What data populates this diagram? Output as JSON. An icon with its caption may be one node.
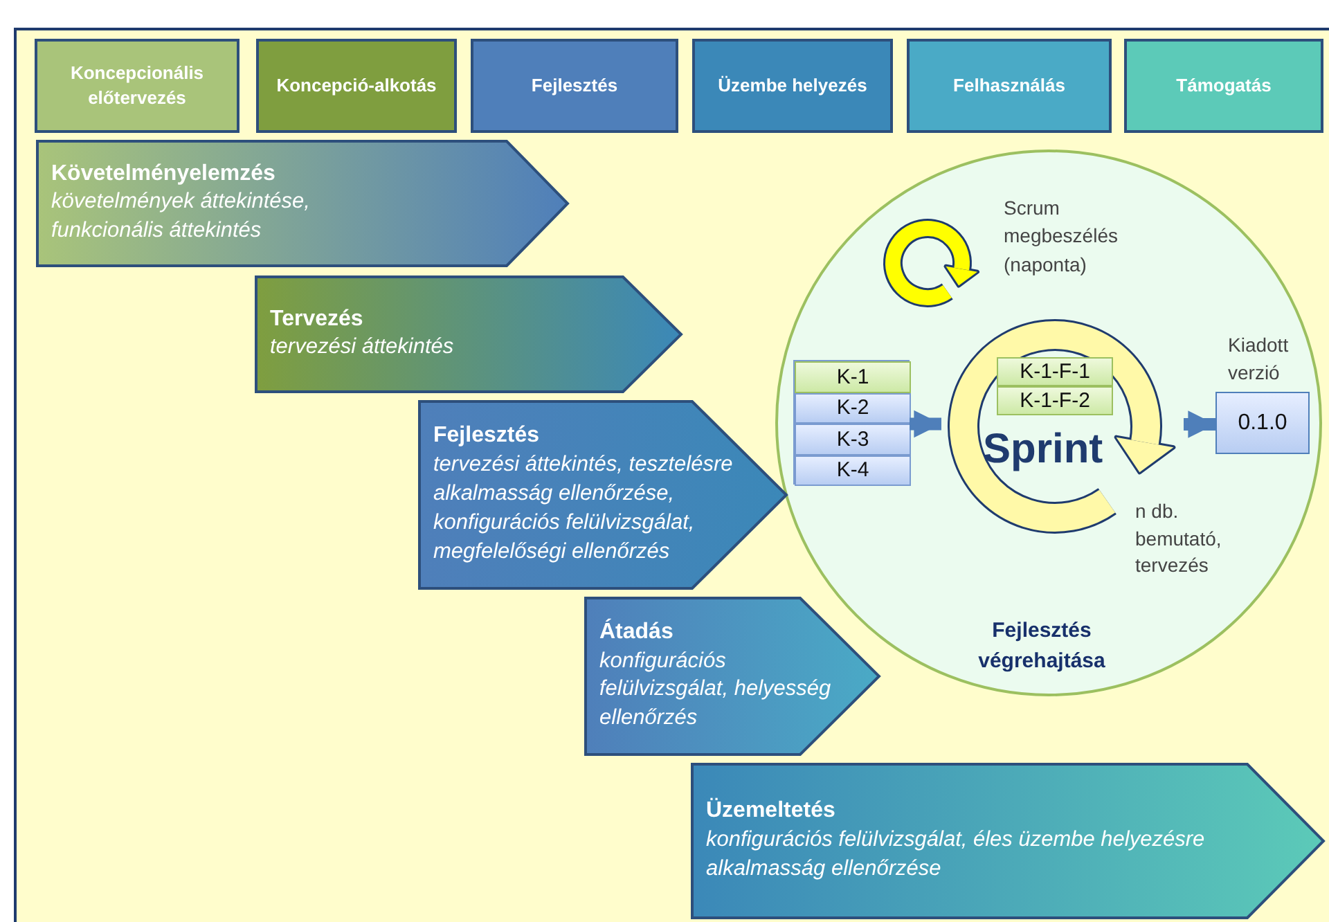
{
  "diagram": {
    "nodes": [
      {
        "text": [
          "Koncepcionális előtervezés"
        ]
      },
      {
        "text": [
          "Koncepció-alkotás"
        ]
      },
      {
        "text": [
          "Fejlesztés"
        ]
      },
      {
        "text": [
          "Üzembe helyezés"
        ]
      },
      {
        "text": [
          "Felhasználás"
        ]
      },
      {
        "text": [
          "Támogatás"
        ]
      },
      {
        "text": [
          "Követelményelemzés",
          "követelmények áttekintése, funkcionális áttekintés"
        ]
      },
      {
        "text": [
          "Tervezés",
          "tervezési áttekintés"
        ]
      },
      {
        "text": [
          "Fejlesztés",
          "tervezési áttekintés, tesztelésre alkalmasság ellenőrzése, konfigurációs felülvizsgálat, megfelelőségi ellenőrzés"
        ]
      },
      {
        "text": [
          "Átadás",
          "konfigurációs felülvizsgálat, helyesség ellenőrzés"
        ]
      },
      {
        "text": [
          "Üzemeltetés",
          "konfigurációs felülvizsgálat, éles üzembe helyezésre alkalmasság ellenőrzése"
        ]
      },
      {
        "text": [
          "Fejlesztés végrehajtása"
        ]
      },
      {
        "text": [],
        "shape": "box",
        "in": 11
      },
      {
        "text": [
          "K-1"
        ],
        "in": 12
      },
      {
        "text": [
          "K-2"
        ],
        "in": 12
      },
      {
        "text": [
          "K-3"
        ],
        "in": 12
      },
      {
        "text": [
          "K-4"
        ],
        "in": 12
      },
      {
        "text": [
          "Sprint"
        ],
        "in": 11,
        "beside": [
          "n db. bemutató, tervezés"
        ]
      },
      {
        "text": [
          "K-1-F-1"
        ],
        "in": 17
      },
      {
        "text": [
          "K-1-F-2"
        ],
        "in": 17
      },
      {
        "text": [
          "0.1.0"
        ],
        "in": 11,
        "beside": [
          "Kiadott verzió"
        ]
      }
    ],
    "edges": [
      {
        "from": 12,
        "to": 17,
        "arrow": "to"
      },
      {
        "from": 17,
        "to": 20,
        "arrow": "to"
      }
    ],
    "labels": [
      "Scrum megbeszélés (naponta)"
    ]
  }
}
